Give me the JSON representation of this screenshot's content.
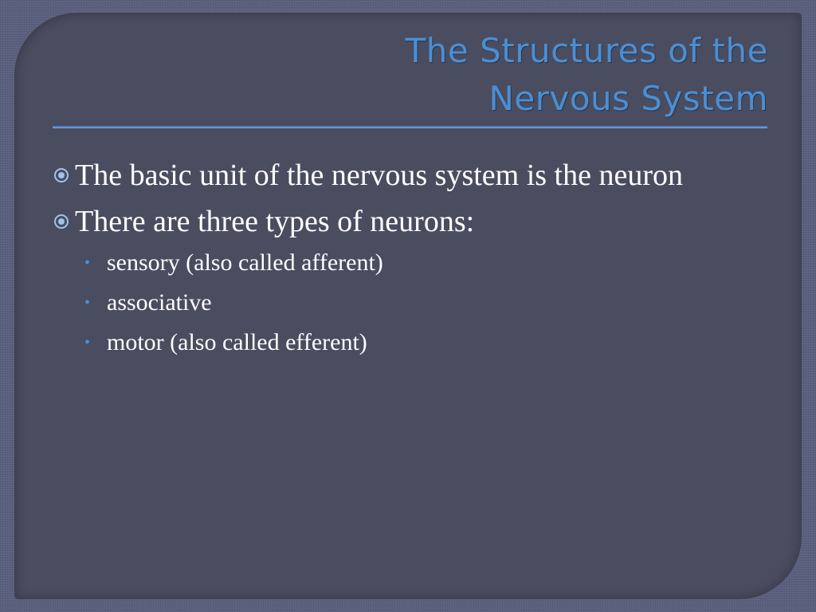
{
  "slide": {
    "title_lines": [
      "The Structures of the",
      "Nervous System"
    ],
    "accent_color": "#4a8fd4",
    "bullets": [
      {
        "text": "The basic unit of the nervous system is the neuron",
        "icon": "circle-dot-icon"
      },
      {
        "text": "There are three types of neurons:",
        "icon": "circle-dot-icon"
      }
    ],
    "sub_bullets": [
      {
        "text": "sensory (also called afferent)",
        "icon": "small-dot-icon"
      },
      {
        "text": "associative",
        "icon": "small-dot-icon"
      },
      {
        "text": "motor (also called efferent)",
        "icon": "small-dot-icon"
      }
    ]
  }
}
